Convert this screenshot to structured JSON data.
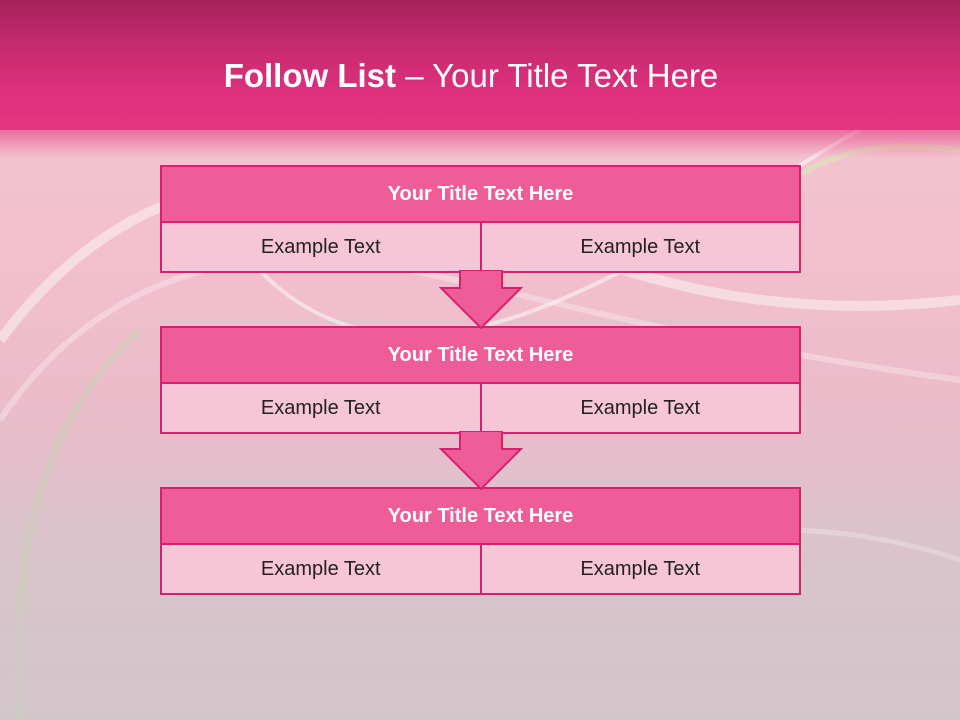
{
  "slide": {
    "title_bold": "Follow List",
    "title_rest": " – Your Title Text Here"
  },
  "steps": [
    {
      "title": "Your Title Text Here",
      "cells": [
        "Example Text",
        "Example Text"
      ]
    },
    {
      "title": "Your Title Text Here",
      "cells": [
        "Example Text",
        "Example Text"
      ]
    },
    {
      "title": "Your Title Text Here",
      "cells": [
        "Example Text",
        "Example Text"
      ]
    }
  ],
  "colors": {
    "header": "#e0317f",
    "accent": "#d81f70",
    "step_title_fill": "#ee5d98",
    "cell_fill": "#f7c6d6",
    "arrow_fill": "#ee5d98"
  }
}
